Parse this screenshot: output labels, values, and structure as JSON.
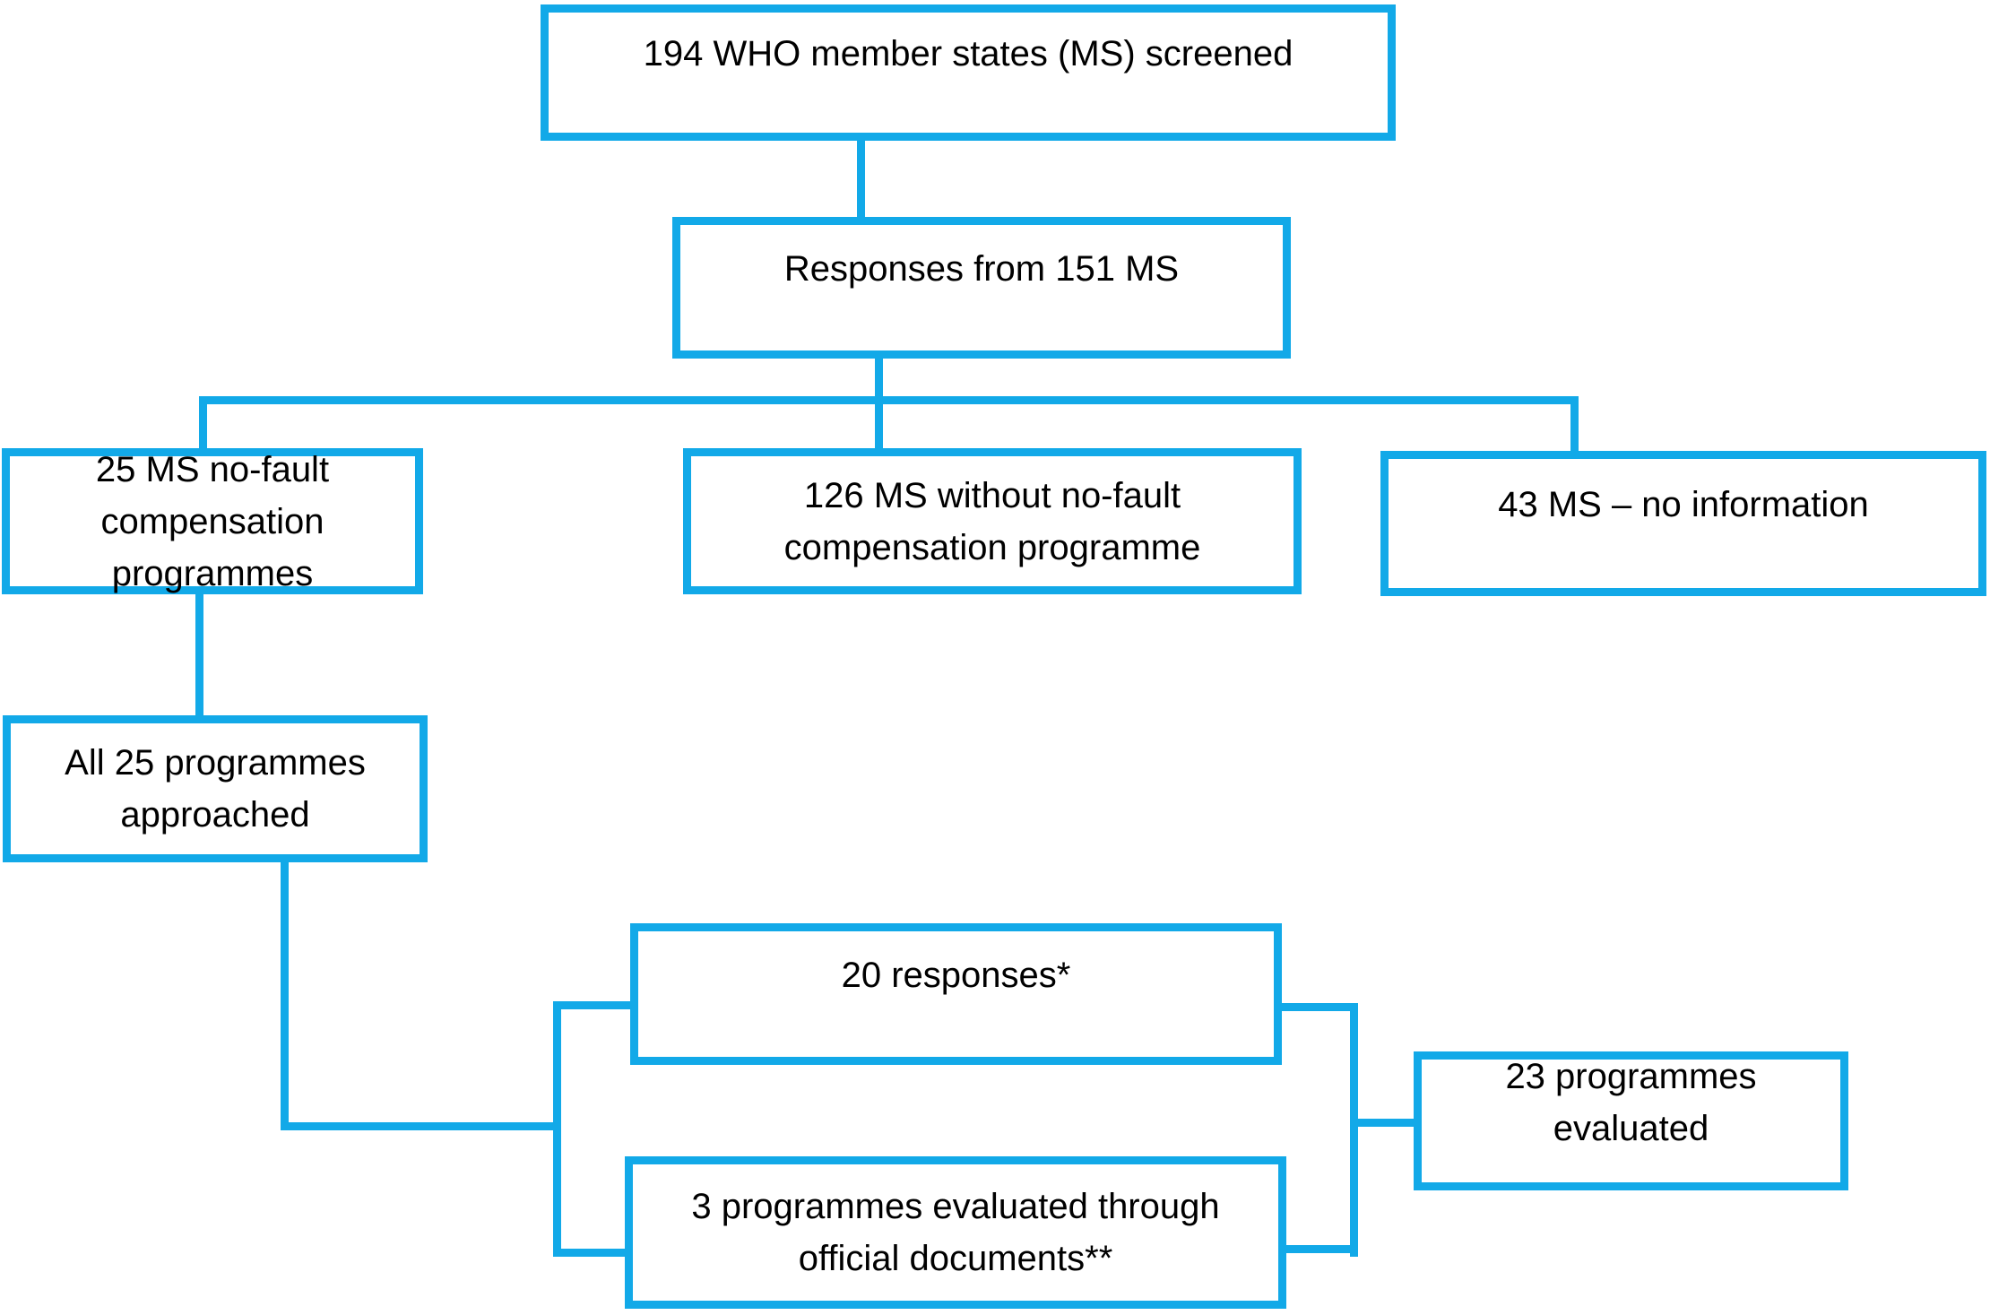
{
  "flowchart": {
    "colors": {
      "line": "#12a9e8",
      "text": "#000000",
      "background": "#ffffff"
    },
    "nodes": {
      "screened": {
        "label": "194 WHO member states (MS) screened"
      },
      "responses": {
        "label": "Responses from 151 MS"
      },
      "no_fault_ms": {
        "label": "25 MS no-fault compensation programmes"
      },
      "without_ms": {
        "label": "126 MS without no-fault compensation programme"
      },
      "no_info_ms": {
        "label": "43 MS – no information"
      },
      "approached": {
        "label": "All 25 programmes approached"
      },
      "responses_20": {
        "label": "20 responses*"
      },
      "official_docs": {
        "label": "3 programmes evaluated through official documents**"
      },
      "evaluated_23": {
        "label": "23 programmes evaluated"
      }
    },
    "edges": [
      {
        "from": "screened",
        "to": "responses"
      },
      {
        "from": "responses",
        "to": "no_fault_ms"
      },
      {
        "from": "responses",
        "to": "without_ms"
      },
      {
        "from": "responses",
        "to": "no_info_ms"
      },
      {
        "from": "no_fault_ms",
        "to": "approached"
      },
      {
        "from": "approached",
        "to": "responses_20"
      },
      {
        "from": "approached",
        "to": "official_docs"
      },
      {
        "from": "responses_20",
        "to": "evaluated_23"
      },
      {
        "from": "official_docs",
        "to": "evaluated_23"
      }
    ]
  }
}
